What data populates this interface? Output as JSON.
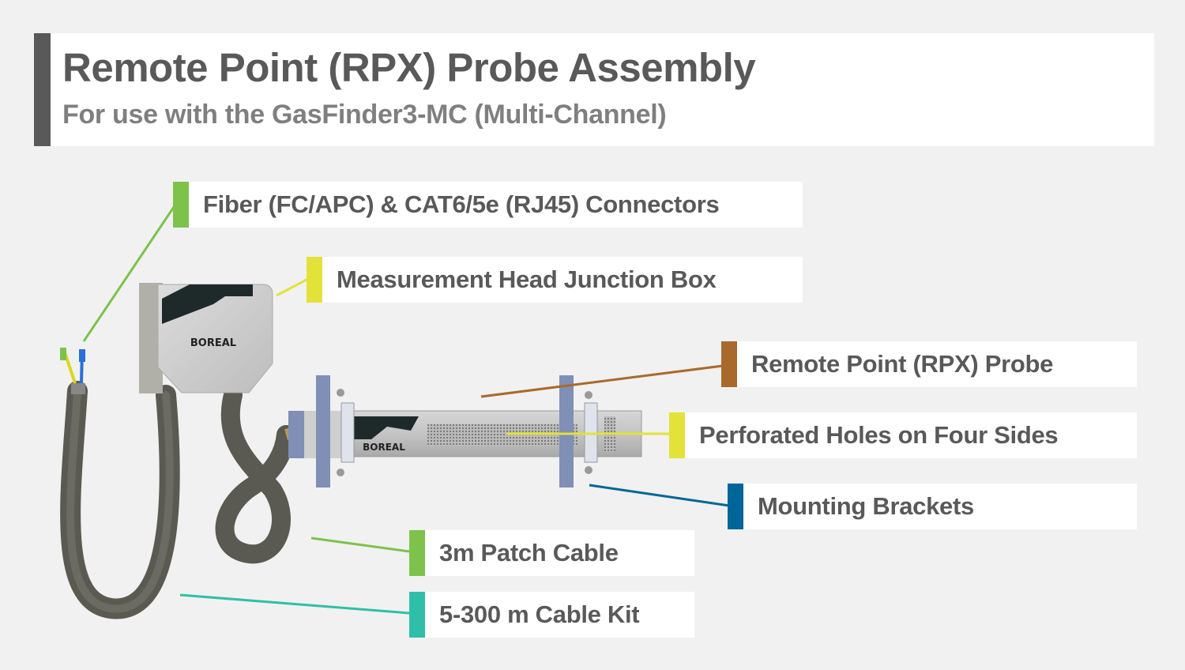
{
  "header": {
    "title": "Remote Point (RPX) Probe Assembly",
    "subtitle": "For use with the GasFinder3-MC (Multi-Channel)"
  },
  "product": {
    "brand_junction_box": "BOREAL",
    "brand_probe": "BOREAL"
  },
  "callouts": [
    {
      "id": "connectors",
      "text": "Fiber (FC/APC) & CAT6/5e (RJ45) Connectors",
      "color": "#7dc24b"
    },
    {
      "id": "junction-box",
      "text": "Measurement Head Junction Box",
      "color": "#e2e238"
    },
    {
      "id": "probe",
      "text": "Remote Point (RPX) Probe",
      "color": "#a86a2c"
    },
    {
      "id": "perforated-holes",
      "text": "Perforated Holes on Four Sides",
      "color": "#e2e238"
    },
    {
      "id": "mounting-brackets",
      "text": "Mounting Brackets",
      "color": "#006699"
    },
    {
      "id": "patch-cable",
      "text": "3m Patch Cable",
      "color": "#7dc24b"
    },
    {
      "id": "cable-kit",
      "text": "5-300 m Cable Kit",
      "color": "#2fbfa8"
    }
  ]
}
